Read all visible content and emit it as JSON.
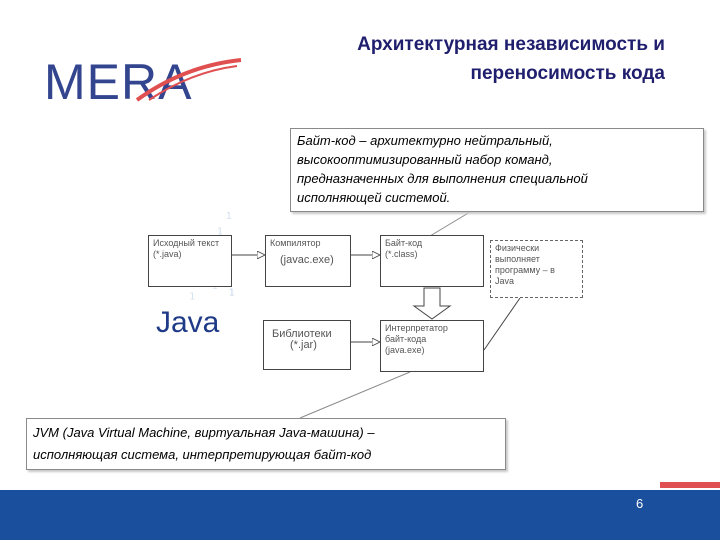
{
  "slide": {
    "title_line1": "Архитектурная независимость и",
    "title_line2": "переносимость кода",
    "page_number": "6"
  },
  "logo": {
    "text": "MERA",
    "brand_color": "#33458f",
    "swoosh_color": "#e05050"
  },
  "bytecode_callout": {
    "line1": "Байт-код – архитектурно нейтральный,",
    "line2": "высокооптимизированный набор команд,",
    "line3": "предназначенных для выполнения специальной",
    "line4": "исполняющей системой."
  },
  "diagram": {
    "source_box": {
      "line1": "Исходный текст",
      "line2": "(*.java)"
    },
    "compiler_box": {
      "line1": "Компилятор",
      "line2": "(javac.exe)"
    },
    "bytecode_box": {
      "line1": "Байт-код",
      "line2": "(*.class)"
    },
    "library_box": {
      "line1": "Библиотеки",
      "line2": "(*.jar)"
    },
    "interpreter_box": {
      "line1": "Интерпретатор",
      "line2": "байт-кода",
      "line3": "(java.exe)"
    },
    "physical_box": {
      "line1": "Физически",
      "line2": "выполняет",
      "line3": "программу – в",
      "line4": "Java"
    },
    "java_label": "Java"
  },
  "jvm_callout": {
    "line1": "JVM (Java Virtual Machine, виртуальная Java-машина) –",
    "line2": "исполняющая система, интерпретирующая байт-код"
  },
  "colors": {
    "title": "#1f1f6e",
    "footer_bar": "#1a4f9d",
    "binary_dots": "#b9cde4"
  }
}
